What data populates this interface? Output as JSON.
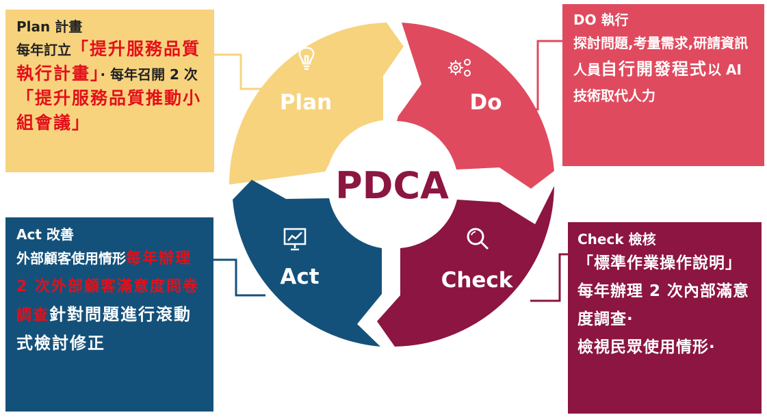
{
  "center_label": "PDCA",
  "colors": {
    "plan": "#f7d37e",
    "do": "#e04a5e",
    "check": "#8c1541",
    "act": "#14517a",
    "center_text": "#8c1541",
    "highlight_red": "#e3101a"
  },
  "segments": {
    "plan": {
      "label": "Plan",
      "icon": "lightbulb-icon"
    },
    "do": {
      "label": "Do",
      "icon": "gears-icon"
    },
    "check": {
      "label": "Check",
      "icon": "magnifier-icon"
    },
    "act": {
      "label": "Act",
      "icon": "presentation-chart-icon"
    }
  },
  "plan_box": {
    "title": "Plan  計畫",
    "p1": "每年訂立",
    "p1_red": "「提升服務品質執行計畫」",
    "p2": "· 每年召開 2 次",
    "p2_red": "「提升服務品質推動小組會議」"
  },
  "do_box": {
    "title": "DO  執行",
    "p1": "探討問題,考量需求,研請資訊人員",
    "p1_big": "自行開發程式",
    "p2": "以 AI 技術取代人力"
  },
  "act_box": {
    "title": "Act  改善",
    "p1": "外部顧客使用情形",
    "p1_red": "每年辦理 2 次外部顧客滿意度問卷調查",
    "p2_big": "針對問題進行滾動式檢討修正"
  },
  "check_box": {
    "title": "Check  檢核",
    "p1": "「標準作業操作說明」每年辦理 2 次內部滿意度調查·",
    "p2": "檢視民眾使用情形·"
  }
}
